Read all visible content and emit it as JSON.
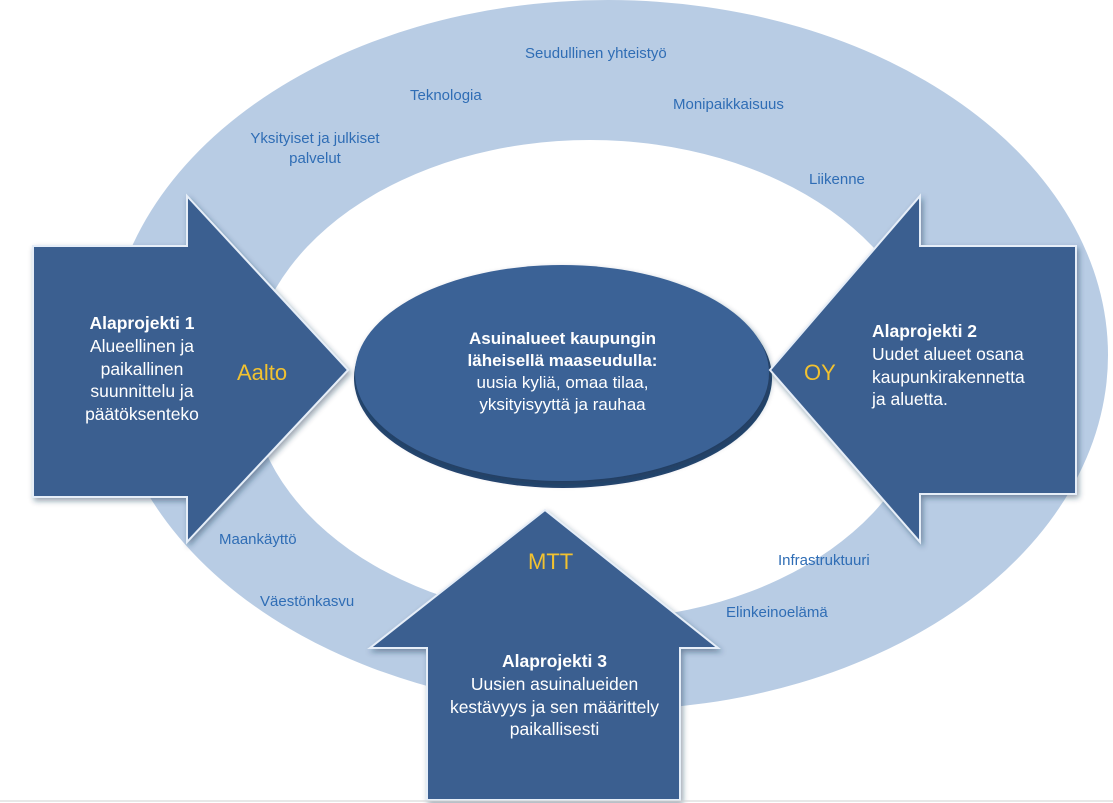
{
  "colors": {
    "ring_outer": "#b8cce4",
    "ring_inner": "#ffffff",
    "arrow_fill": "#3a5f90",
    "ellipse_fill": "#3a6296",
    "ring_text": "#2f6db5",
    "partner_text": "#f2c230"
  },
  "ring_labels": {
    "seudullinen": "Seudullinen yhteistyö",
    "teknologia": "Teknologia",
    "monipaikkaisuus": "Monipaikkaisuus",
    "palvelut": "Yksityiset ja julkiset palvelut",
    "liikenne": "Liikenne",
    "maankaytto": "Maankäyttö",
    "vaestonkasvu": "Väestönkasvu",
    "infrastruktuuri": "Infrastruktuuri",
    "elinkeinoelama": "Elinkeinoelämä"
  },
  "subproject1": {
    "title": "Alaprojekti 1",
    "text": "Alueellinen ja paikallinen suunnittelu ja päätöksenteko",
    "partner": "Aalto"
  },
  "subproject2": {
    "title": "Alaprojekti 2",
    "text": "Uudet alueet osana kaupunkirakennetta ja aluetta.",
    "partner": "OY"
  },
  "subproject3": {
    "title": "Alaprojekti 3",
    "text": "Uusien asuinalueiden kestävyys ja sen määrittely paikallisesti",
    "partner": "MTT"
  },
  "center": {
    "title": "Asuinalueet  kaupungin läheisellä maaseudulla:",
    "text": "uusia kyliä, omaa tilaa, yksityisyyttä  ja rauhaa"
  }
}
